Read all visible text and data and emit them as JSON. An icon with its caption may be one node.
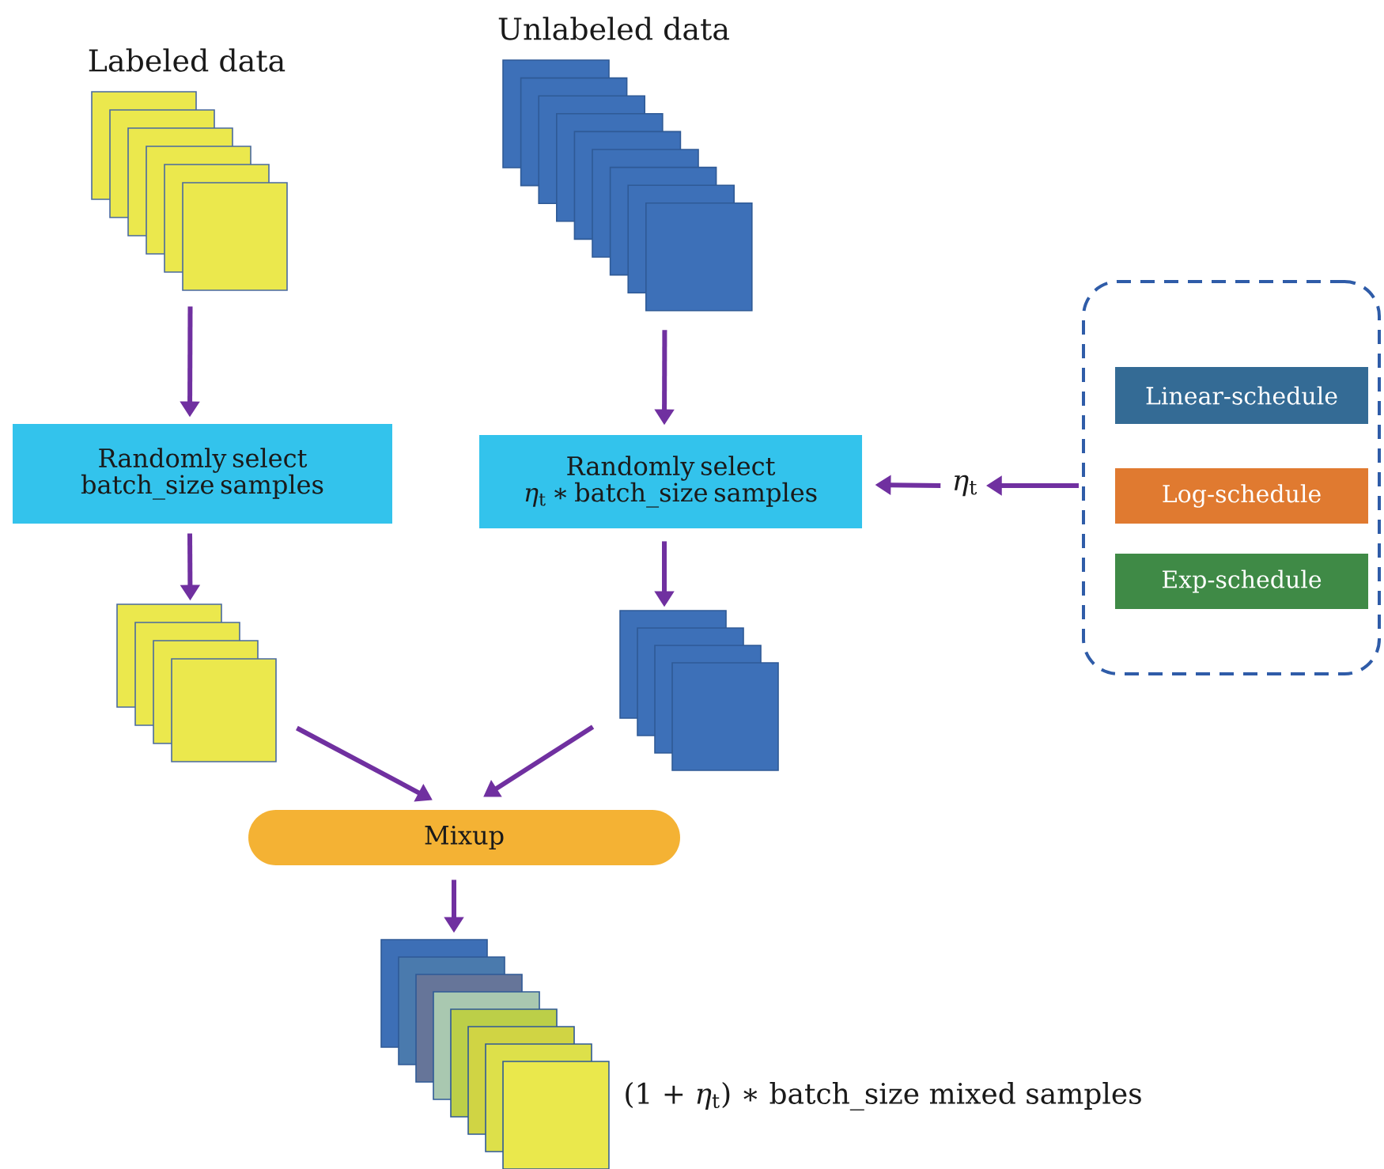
{
  "diagram": {
    "nodes": [
      {
        "text": [
          "Labeled data"
        ]
      },
      {
        "text": [
          "Unlabeled data"
        ]
      },
      {
        "text": [
          "Randomly select batch_size samples"
        ]
      },
      {
        "text": [
          "Randomly select",
          "*η*$_{t}$ ∗ batch_size samples"
        ]
      },
      {
        "text": [
          "*η*$_{t}$"
        ]
      },
      {
        "text": [],
        "shape": "box"
      },
      {
        "text": [
          "Linear-schedule"
        ],
        "in": 5
      },
      {
        "text": [
          "Log-schedule"
        ],
        "in": 5
      },
      {
        "text": [
          "Exp-schedule"
        ],
        "in": 5
      },
      {
        "text": [],
        "shape": "stack"
      },
      {
        "text": [],
        "shape": "stack"
      },
      {
        "text": [
          "Mixup"
        ]
      },
      {
        "text": [],
        "shape": "stack",
        "beside": [
          "(1 + *η*$_{t}$) ∗ batch_size mixed samples"
        ]
      }
    ],
    "edges": [
      {
        "from": 0,
        "to": 2,
        "arrow": "to"
      },
      {
        "from": 1,
        "to": 3,
        "arrow": "to"
      },
      {
        "from": 5,
        "to": 4,
        "arrow": "to"
      },
      {
        "from": 4,
        "to": 3,
        "arrow": "to"
      },
      {
        "from": 2,
        "to": 9,
        "arrow": "to"
      },
      {
        "from": 3,
        "to": 10,
        "arrow": "to"
      },
      {
        "from": 9,
        "to": 11,
        "arrow": "to"
      },
      {
        "from": 10,
        "to": 11,
        "arrow": "to"
      },
      {
        "from": 11,
        "to": 12,
        "arrow": "to"
      }
    ]
  }
}
